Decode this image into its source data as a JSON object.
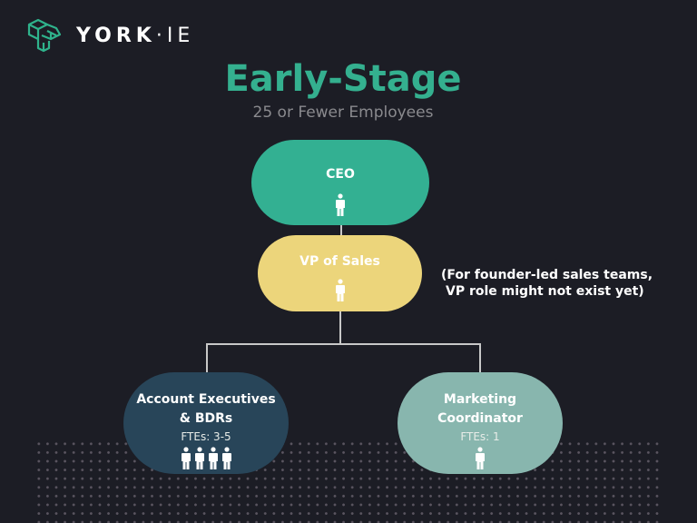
{
  "brand": {
    "name": "YORK",
    "suffix": "IE",
    "separator": "·",
    "logo_icon": "york-ie-logo-icon",
    "accent": "#34b08f"
  },
  "header": {
    "title": "Early-Stage",
    "subtitle": "25 or Fewer Employees"
  },
  "org_chart": {
    "ceo": {
      "title": "CEO",
      "persons": 1,
      "color": "#33b092"
    },
    "vp": {
      "title": "VP of Sales",
      "persons": 1,
      "color": "#ecd57b"
    },
    "note": {
      "line1": "(For founder-led sales teams,",
      "line2": "VP role might not exist yet)"
    },
    "account_execs": {
      "title_line1": "Account Executives",
      "title_line2": "& BDRs",
      "fte": "FTEs: 3-5",
      "persons": 4,
      "color": "#284559"
    },
    "marketing": {
      "title_line1": "Marketing",
      "title_line2": "Coordinator",
      "fte": "FTEs: 1",
      "persons": 1,
      "color": "#88b6ae"
    }
  },
  "icons": {
    "person": "person-icon"
  }
}
